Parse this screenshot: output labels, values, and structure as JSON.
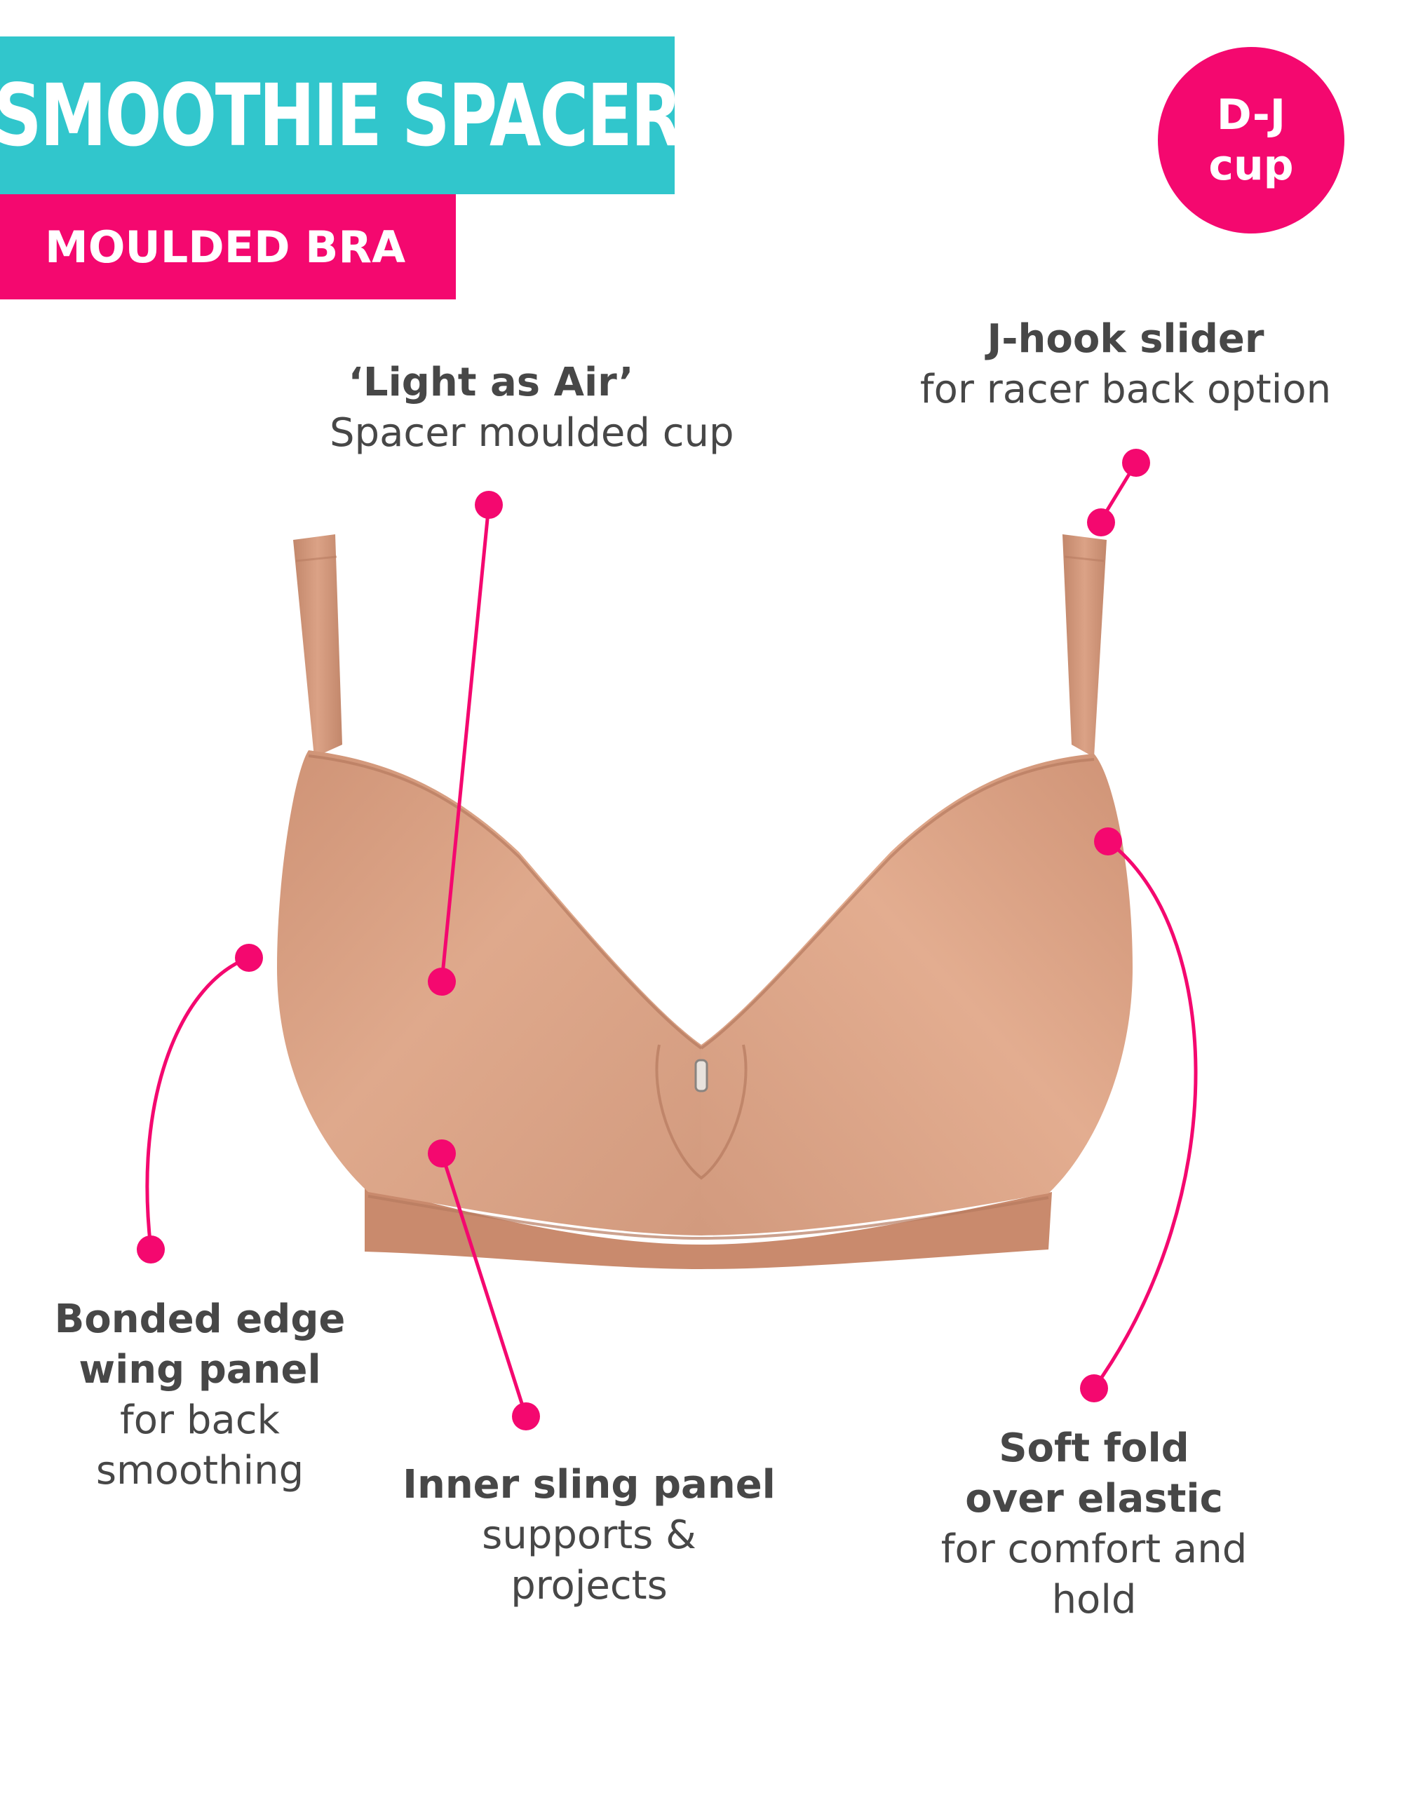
{
  "header": {
    "title": "SMOOTHIE SPACER",
    "subtitle": "MOULDED BRA",
    "cup_badge": {
      "line1": "D-J",
      "line2": "cup"
    }
  },
  "features": {
    "cup": {
      "heading": "‘Light as Air’",
      "text": [
        "Spacer moulded cup"
      ]
    },
    "slider": {
      "heading": "J-hook slider",
      "text": [
        "for racer back option"
      ]
    },
    "wing": {
      "heading": [
        "Bonded edge",
        "wing panel"
      ],
      "text": [
        "for back",
        "smoothing"
      ]
    },
    "sling": {
      "heading": "Inner sling panel",
      "text": [
        "supports &",
        "projects"
      ]
    },
    "elastic": {
      "heading": [
        "Soft fold",
        "over elastic"
      ],
      "text": [
        "for comfort and",
        "hold"
      ]
    }
  },
  "colors": {
    "teal": "#31c6cc",
    "magenta": "#f4086f",
    "text": "#474747",
    "fabric": "#d9a082"
  }
}
